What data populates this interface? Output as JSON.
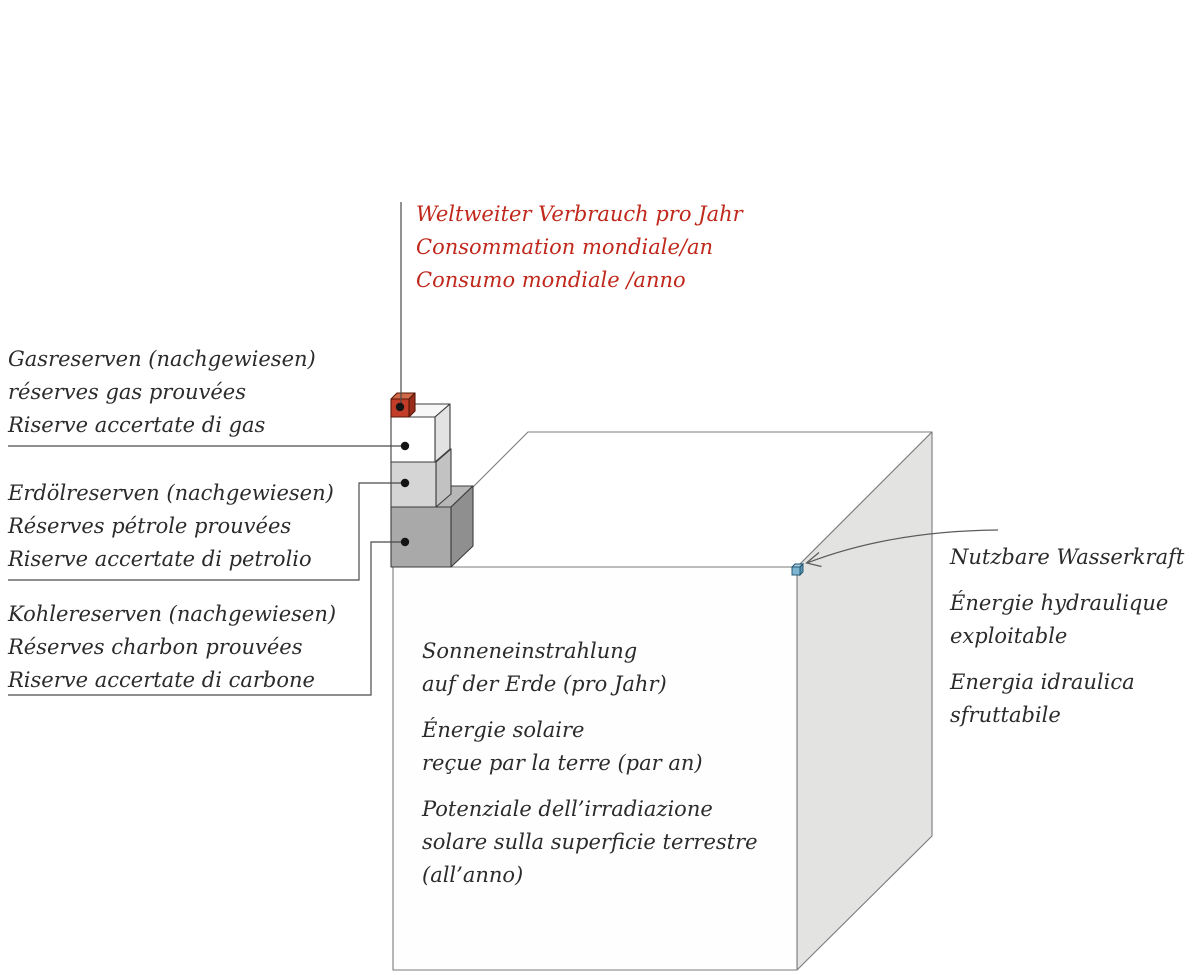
{
  "canvas": {
    "background": "#ffffff"
  },
  "consumption_label": {
    "color": "#c0281c",
    "lines": [
      "Weltweiter Verbrauch pro Jahr",
      "Consommation mondiale/an",
      "Consumo mondiale /anno"
    ]
  },
  "gas_label": {
    "lines": [
      "Gasreserven (nachgewiesen)",
      "réserves gas prouvées",
      "Riserve accertate di gas"
    ]
  },
  "oil_label": {
    "lines": [
      "Erdölreserven (nachgewiesen)",
      "Réserves pétrole prouvées",
      "Riserve accertate di petrolio"
    ]
  },
  "coal_label": {
    "lines": [
      "Kohlereserven (nachgewiesen)",
      "Réserves charbon prouvées",
      "Riserve accertate di carbone"
    ]
  },
  "solar_label": {
    "para1": [
      "Sonneneinstrahlung",
      "auf der Erde (pro Jahr)"
    ],
    "para2": [
      "Énergie solaire",
      "reçue par la terre (par an)"
    ],
    "para3": [
      "Potenziale dell’irradiazione",
      "solare sulla superficie terrestre",
      "(all’anno)"
    ]
  },
  "hydro_label": {
    "para1": [
      "Nutzbare Wasserkraft"
    ],
    "para2": [
      "Énergie hydraulique",
      "exploitable"
    ],
    "para3": [
      "Energia idraulica",
      "sfruttabile"
    ]
  },
  "cubes": {
    "consumption": {
      "front": "#c23d27",
      "top": "#d06a4a",
      "right": "#9a2c1a",
      "outline": "#571608"
    },
    "gas": {
      "front": "#ffffff",
      "top": "#f7f7f7",
      "right": "#e2e2e2",
      "outline": "#3c3c3c"
    },
    "oil": {
      "front": "#d5d5d5",
      "top": "#dedede",
      "right": "#c2c2c2",
      "outline": "#3c3c3c"
    },
    "coal": {
      "front": "#a9a9a9",
      "top": "#b7b7b7",
      "right": "#8f8f8f",
      "outline": "#3c3c3c"
    },
    "solar": {
      "front": "#fefefe",
      "top": "#ffffff",
      "right": "#e3e3e2",
      "outline": "#7b7b7b"
    },
    "hydro": {
      "front": "#7cb6d3",
      "top": "#aacfe2",
      "right": "#5896b4",
      "outline": "#1d4f6b"
    }
  },
  "edges": {
    "leader": "#4a4a4a",
    "dot": "#141414",
    "arrow": "#5a5a5a"
  },
  "items": [
    {
      "id": "consumption",
      "label_de": "Weltweiter Verbrauch pro Jahr"
    },
    {
      "id": "gas",
      "label_de": "Gasreserven (nachgewiesen)"
    },
    {
      "id": "oil",
      "label_de": "Erdölreserven (nachgewiesen)"
    },
    {
      "id": "coal",
      "label_de": "Kohlereserven (nachgewiesen)"
    },
    {
      "id": "solar",
      "label_de": "Sonneneinstrahlung auf der Erde (pro Jahr)"
    },
    {
      "id": "hydro",
      "label_de": "Nutzbare Wasserkraft"
    }
  ]
}
